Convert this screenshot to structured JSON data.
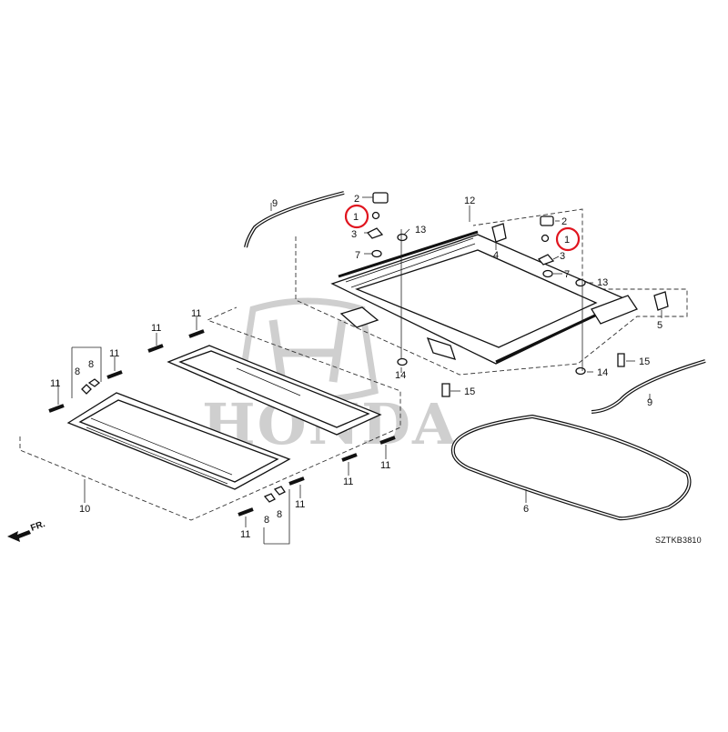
{
  "diagram": {
    "diagram_code": "SZTKB3810",
    "direction_label": "FR.",
    "watermark_text": "HONDA",
    "highlight_color": "#e0141e",
    "line_color": "#111111",
    "callouts": {
      "c1a": "1",
      "c1b": "1",
      "c2a": "2",
      "c2b": "2",
      "c3a": "3",
      "c3b": "3",
      "c4": "4",
      "c5": "5",
      "c6": "6",
      "c7a": "7",
      "c7b": "7",
      "c8a": "8",
      "c8b": "8",
      "c8c": "8",
      "c8d": "8",
      "c9a": "9",
      "c9b": "9",
      "c10": "10",
      "c11a": "11",
      "c11b": "11",
      "c11c": "11",
      "c11d": "11",
      "c11e": "11",
      "c11f": "11",
      "c11g": "11",
      "c12": "12",
      "c13a": "13",
      "c13b": "13",
      "c14a": "14",
      "c14b": "14",
      "c15a": "15",
      "c15b": "15"
    }
  }
}
